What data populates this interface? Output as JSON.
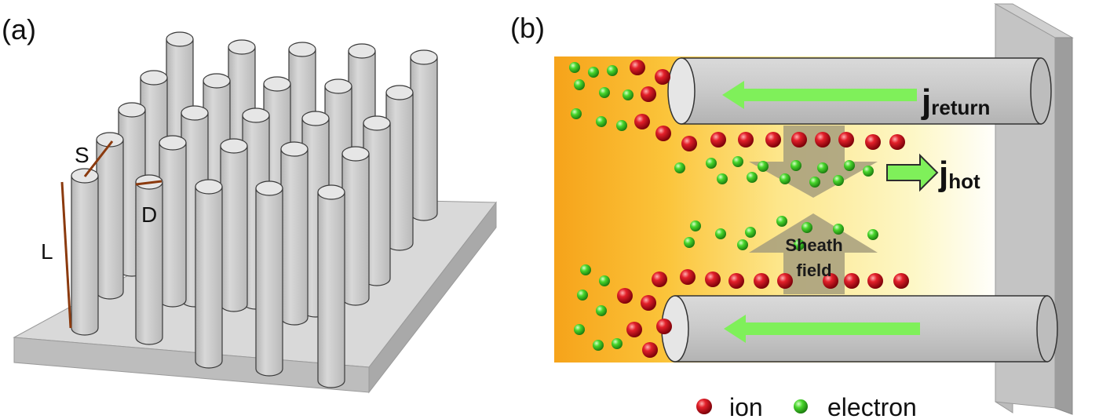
{
  "panels": {
    "a": {
      "label": "(a)",
      "dimension_labels": {
        "spacing": "S",
        "diameter": "D",
        "length": "L"
      }
    },
    "b": {
      "label": "(b)",
      "current_return": {
        "main": "j",
        "sub": "return"
      },
      "current_hot": {
        "main": "j",
        "sub": "hot"
      },
      "sheath_label": {
        "line1": "Sheath",
        "line2": "field"
      }
    }
  },
  "legend": {
    "ion": "ion",
    "electron": "electron"
  },
  "colors": {
    "rod_fill": "#cfcfcf",
    "rod_cap": "#e4e4e4",
    "base_top": "#d9d9d9",
    "base_side": "#b7b7b7",
    "plasma_orange": "#f7a81c",
    "plasma_yellow": "#fdf6a8",
    "ion": "#d4141e",
    "electron": "#43d62a",
    "flow_arrow": "#7ff05a",
    "dimension_line": "#8b3a0e",
    "sheath_arrow": "#a59a7a"
  }
}
